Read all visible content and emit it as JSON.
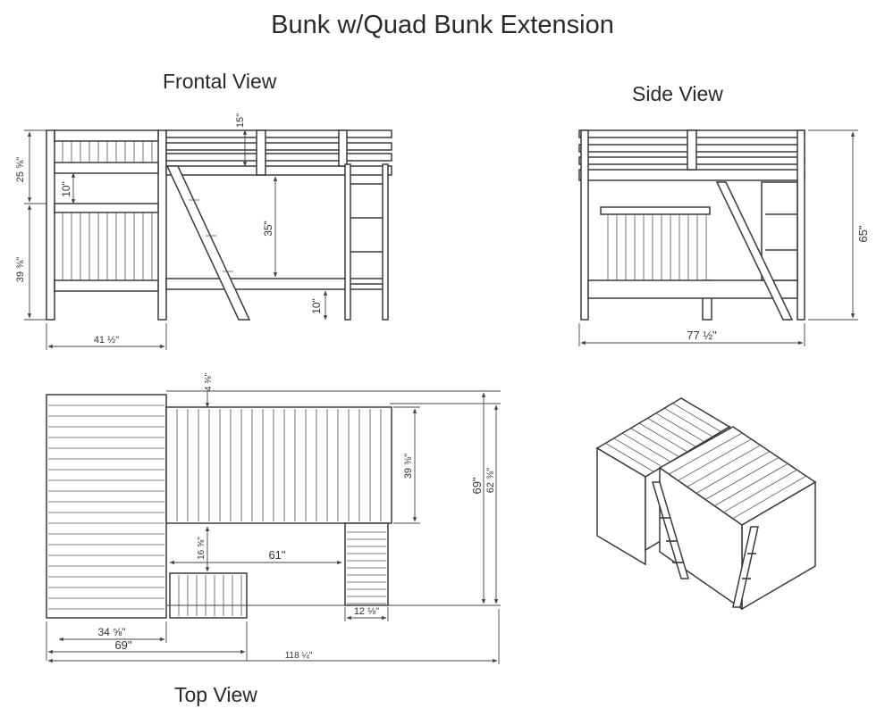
{
  "title": "Bunk w/Quad Bunk Extension",
  "views": {
    "frontal": "Frontal View",
    "side": "Side View",
    "top": "Top View"
  },
  "dimensions": {
    "front_top_rail": "15\"",
    "front_upper_height": "25 ⅝\"",
    "front_gap": "10\"",
    "front_lower_height": "39 ⅜\"",
    "front_clearance": "35\"",
    "front_floor": "10\"",
    "front_width": "41 ½\"",
    "side_height": "65\"",
    "side_length": "77 ½\"",
    "top_offset": "4 ⅜\"",
    "top_inner_depth": "39 ⅜\"",
    "top_depth_69": "69\"",
    "top_depth_62": "62 ⅜\"",
    "top_ladder_offset": "16 ⅝\"",
    "top_extension_len": "61\"",
    "top_ladder_width": "12 ⅛\"",
    "top_left_width": "34 ⅝\"",
    "top_width_69": "69\"",
    "top_total_width": "118 ¼\""
  }
}
